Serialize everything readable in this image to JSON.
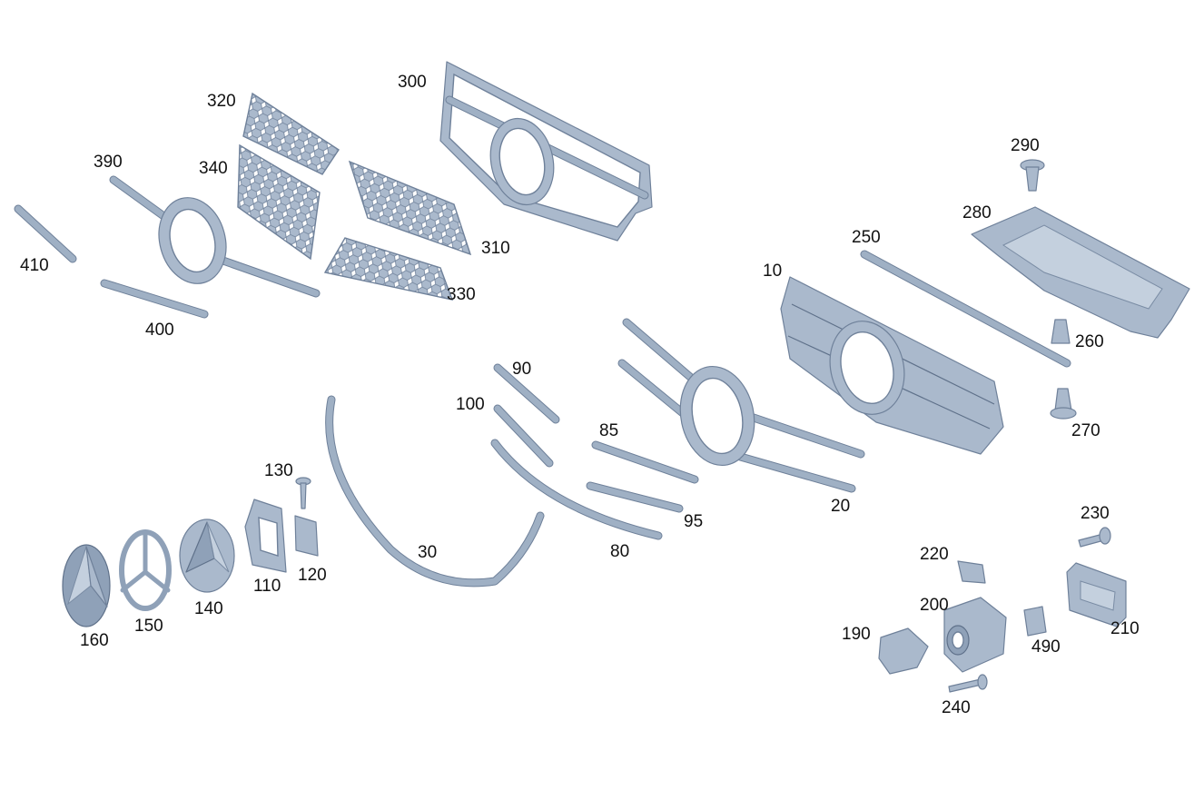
{
  "callouts": [
    {
      "id": "300",
      "label": "300"
    },
    {
      "id": "320",
      "label": "320"
    },
    {
      "id": "390",
      "label": "390"
    },
    {
      "id": "340",
      "label": "340"
    },
    {
      "id": "410",
      "label": "410"
    },
    {
      "id": "400",
      "label": "400"
    },
    {
      "id": "310",
      "label": "310"
    },
    {
      "id": "330",
      "label": "330"
    },
    {
      "id": "290",
      "label": "290"
    },
    {
      "id": "280",
      "label": "280"
    },
    {
      "id": "250",
      "label": "250"
    },
    {
      "id": "10",
      "label": "10"
    },
    {
      "id": "260",
      "label": "260"
    },
    {
      "id": "270",
      "label": "270"
    },
    {
      "id": "90",
      "label": "90"
    },
    {
      "id": "100",
      "label": "100"
    },
    {
      "id": "85",
      "label": "85"
    },
    {
      "id": "20",
      "label": "20"
    },
    {
      "id": "95",
      "label": "95"
    },
    {
      "id": "80",
      "label": "80"
    },
    {
      "id": "130",
      "label": "130"
    },
    {
      "id": "30",
      "label": "30"
    },
    {
      "id": "110",
      "label": "110"
    },
    {
      "id": "120",
      "label": "120"
    },
    {
      "id": "140",
      "label": "140"
    },
    {
      "id": "150",
      "label": "150"
    },
    {
      "id": "160",
      "label": "160"
    },
    {
      "id": "230",
      "label": "230"
    },
    {
      "id": "220",
      "label": "220"
    },
    {
      "id": "200",
      "label": "200"
    },
    {
      "id": "190",
      "label": "190"
    },
    {
      "id": "490",
      "label": "490"
    },
    {
      "id": "210",
      "label": "210"
    },
    {
      "id": "240",
      "label": "240"
    }
  ],
  "colors": {
    "part_fill": "#aab9cc",
    "part_outline": "#6f819a",
    "background": "#ffffff",
    "label_text": "#111111"
  }
}
